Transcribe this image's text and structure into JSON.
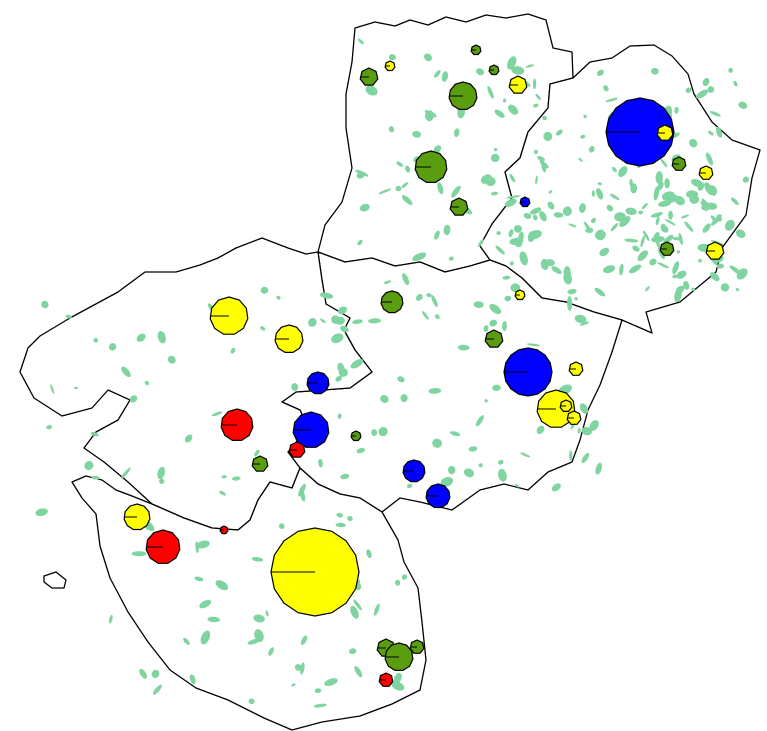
{
  "colors": {
    "background": "#ffffff",
    "boundary": "#000000",
    "forest": "#7fd4a0",
    "red": "#ff0000",
    "yellow": "#ffff00",
    "blue": "#0000ff",
    "green": "#5a9e10"
  },
  "legend_symbol_categories": [
    "red",
    "yellow",
    "blue",
    "green"
  ]
}
